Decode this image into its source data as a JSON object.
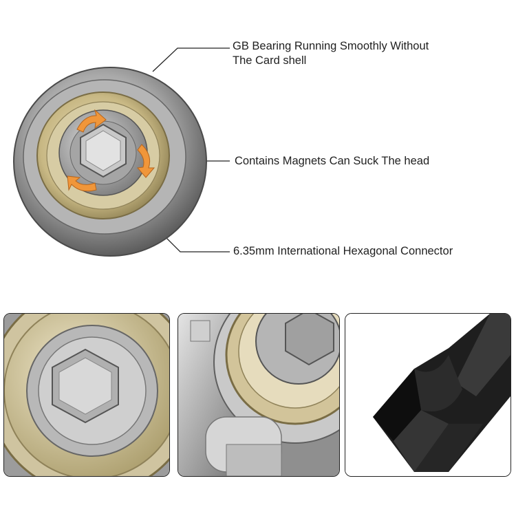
{
  "callouts": {
    "bearing_line1": "GB Bearing Running Smoothly Without",
    "bearing_line2": "The Card shell",
    "magnets": "Contains Magnets Can Suck The head",
    "connector": "6.35mm International Hexagonal Connector"
  },
  "colors": {
    "steel": "#8a8a8a",
    "brass": "#c9b98a",
    "arrow": "#f0963a",
    "bit": "#1e1e1e"
  },
  "icons": [
    "rotation-arrow-icon",
    "rotation-arrow-icon",
    "rotation-arrow-icon"
  ]
}
